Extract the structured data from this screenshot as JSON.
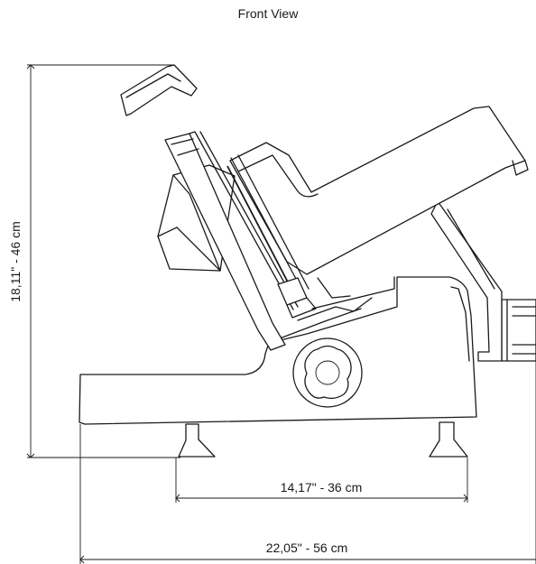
{
  "title": "Front View",
  "dimensions": {
    "height": "18,11\"  -  46 cm",
    "feet_spacing": "14,17\"  -  36 cm",
    "total_length": "22,05\"  -  56 cm"
  }
}
